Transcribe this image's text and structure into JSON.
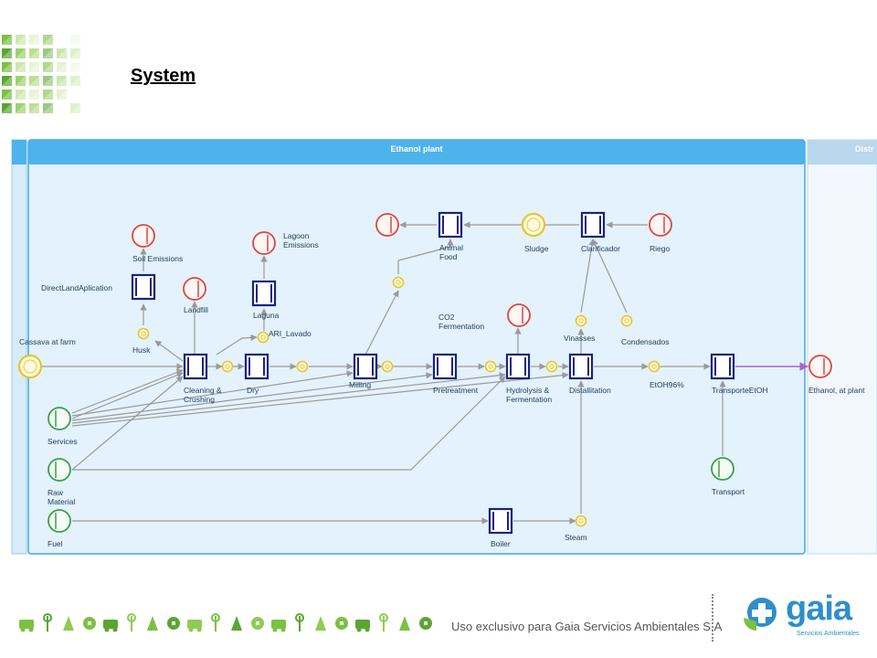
{
  "page": {
    "title": "System"
  },
  "diagram": {
    "plant_title": "Ethanol plant",
    "right_title": "Distr",
    "nodes": {
      "cassava": "Cassava at farm",
      "soil_emissions": "Soil Emissions",
      "direct_land": "DirectLandAplication",
      "landfill": "Landfill",
      "husk": "Husk",
      "lagoon_emissions": [
        "Lagoon",
        "Emissions"
      ],
      "laguna": "Laguna",
      "ari_lavado": "ARI_Lavado",
      "cleaning": [
        "Cleaning &",
        "Crushing"
      ],
      "dry": "Dry",
      "milling": "Milling",
      "animal_food": [
        "Animal",
        "Food"
      ],
      "sludge": "Sludge",
      "clarificador": "Clarificador",
      "riego": "Riego",
      "co2": [
        "CO2",
        "Fermentation"
      ],
      "pretreatment": "Pretreatment",
      "hydrolysis": [
        "Hydrolysis &",
        "Fermentation"
      ],
      "vinasses": "Vinasses",
      "condensados": "Condensados",
      "distallitation": "Distallitation",
      "etoh": "EtOH96%",
      "transporte_etoh": "TransporteEtOH",
      "ethanol_at_plant": "Ethanol, at plant",
      "services": "Services",
      "raw_material": [
        "Raw",
        "Material"
      ],
      "fuel": "Fuel",
      "boiler": "Boiler",
      "steam": "Steam",
      "transport": "Transport"
    },
    "colors": {
      "panel_bg": "#e3f2fc",
      "panel_border": "#3aa9e6",
      "header_bg": "#4db3ea",
      "process_fill": "#ffffff",
      "process_border": "#1a237e",
      "emission": "#e2453c",
      "input": "#3aa04a",
      "flow": "#e6c52b",
      "link": "#9a9a9a",
      "output_link": "#b060d0"
    }
  },
  "footer": {
    "text": "Uso exclusivo para Gaia Servicios Ambientales S.A",
    "brand": "gaia",
    "brand_sub": "Servicios Ambientales",
    "icons": [
      "truck-icon",
      "wind-turbine-icon",
      "recycle-icon",
      "plant-icon",
      "factory-icon",
      "cart-icon",
      "bin-icon",
      "palm-tree-icon",
      "plane-icon",
      "bulb-icon",
      "leaf-icon",
      "bus-icon",
      "bike-icon",
      "house-icon",
      "globe-icon",
      "bottle-icon",
      "car-icon",
      "wrench-icon",
      "sun-icon",
      "water-icon"
    ]
  }
}
